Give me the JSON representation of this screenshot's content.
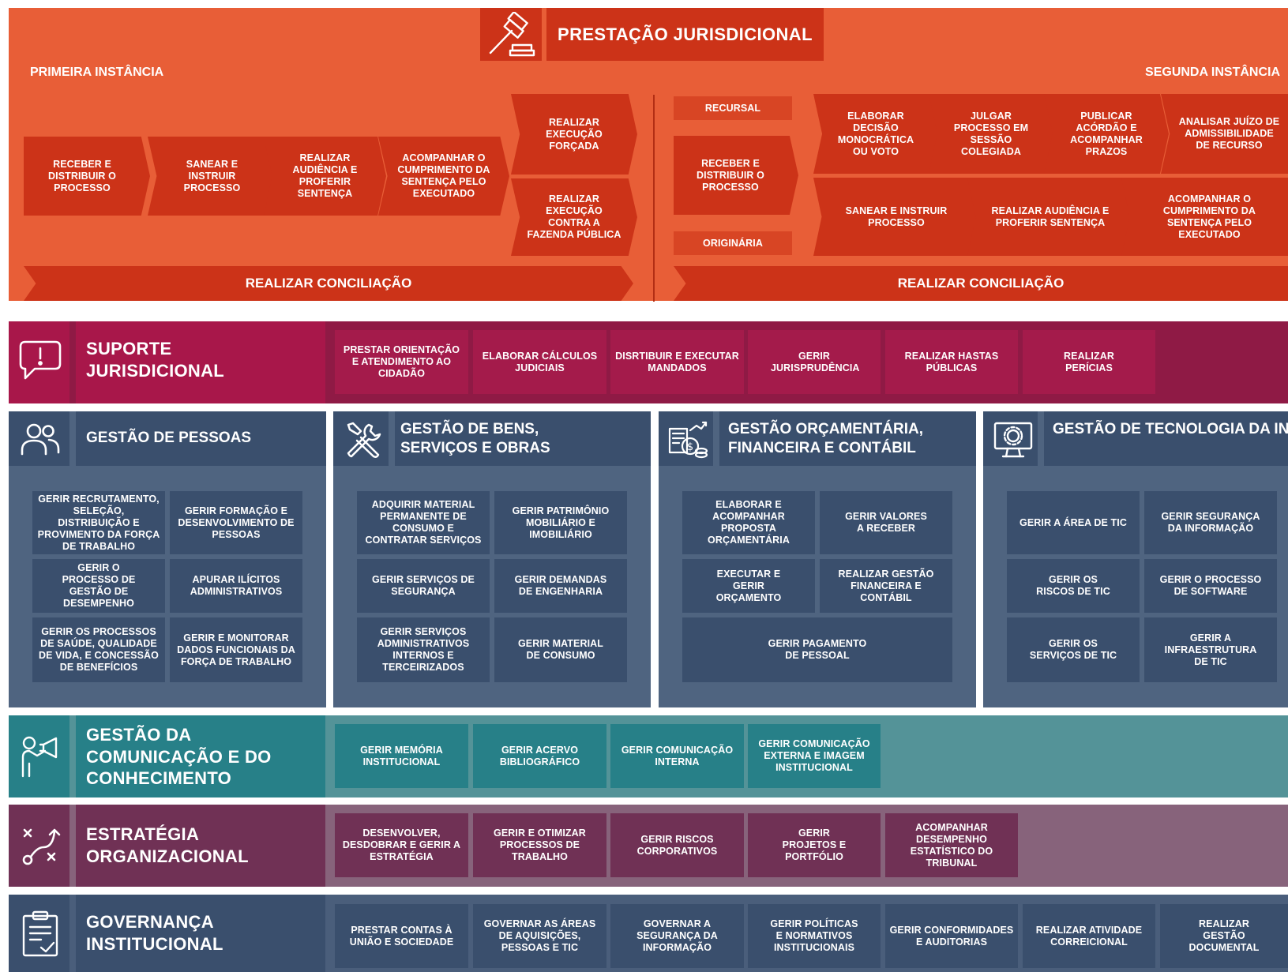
{
  "prestacao": {
    "title": "PRESTAÇÃO JURISDICIONAL",
    "primeira_label": "PRIMEIRA INSTÂNCIA",
    "segunda_label": "SEGUNDA INSTÂNCIA",
    "primeira_steps": [
      "RECEBER E DISTRIBUIR O PROCESSO",
      "SANEAR E INSTRUIR PROCESSO",
      "REALIZAR AUDIÊNCIA E PROFERIR SENTENÇA",
      "ACOMPANHAR O CUMPRIMENTO DA SENTENÇA PELO EXECUTADO"
    ],
    "primeira_exec": [
      "REALIZAR EXECUÇÃO FORÇADA",
      "REALIZAR EXECUÇÃO CONTRA A FAZENDA PÚBLICA"
    ],
    "recursal_label": "RECURSAL",
    "originaria_label": "ORIGINÁRIA",
    "segunda_receber": "RECEBER E DISTRIBUIR O PROCESSO",
    "recursal_steps": [
      "ELABORAR DECISÃO MONOCRÁTICA OU VOTO",
      "JULGAR PROCESSO EM SESSÃO COLEGIADA",
      "PUBLICAR ACÓRDÃO E ACOMPANHAR PRAZOS",
      "ANALISAR JUÍZO DE ADMISSIBILIDADE DE RECURSO"
    ],
    "originaria_steps": [
      "SANEAR E INSTRUIR PROCESSO",
      "REALIZAR AUDIÊNCIA E PROFERIR SENTENÇA",
      "ACOMPANHAR O CUMPRIMENTO DA SENTENÇA PELO EXECUTADO"
    ],
    "conciliacao_left": "REALIZAR CONCILIAÇÃO",
    "conciliacao_right": "REALIZAR CONCILIAÇÃO"
  },
  "suporte": {
    "title": "SUPORTE JURISDICIONAL",
    "icon": "alert-speech-bubble-icon",
    "items": [
      "PRESTAR ORIENTAÇÃO E ATENDIMENTO AO CIDADÃO",
      "ELABORAR CÁLCULOS JUDICIAIS",
      "DISRTIBUIR E EXECUTAR MANDADOS",
      "GERIR JURISPRUDÊNCIA",
      "REALIZAR HASTAS PÚBLICAS",
      "REALIZAR PERÍCIAS"
    ]
  },
  "gestao_pessoas": {
    "title": "GESTÃO DE PESSOAS",
    "icon": "people-icon",
    "items": [
      "GERIR RECRUTAMENTO, SELEÇÃO, DISTRIBUIÇÃO E PROVIMENTO DA FORÇA DE TRABALHO",
      "GERIR FORMAÇÃO E DESENVOLVIMENTO DE PESSOAS",
      "GERIR O PROCESSO DE GESTÃO DE DESEMPENHO",
      "APURAR ILÍCITOS ADMINISTRATIVOS",
      "GERIR OS PROCESSOS DE SAÚDE, QUALIDADE DE VIDA, E CONCESSÃO DE BENEFÍCIOS",
      "GERIR E MONITORAR DADOS FUNCIONAIS DA FORÇA DE TRABALHO"
    ]
  },
  "gestao_bens": {
    "title": "GESTÃO DE BENS, SERVIÇOS E OBRAS",
    "icon": "tools-icon",
    "items": [
      "ADQUIRIR MATERIAL PERMANENTE DE CONSUMO E CONTRATAR SERVIÇOS",
      "GERIR PATRIMÔNIO MOBILIÁRIO E IMOBILIÁRIO",
      "GERIR SERVIÇOS DE SEGURANÇA",
      "GERIR DEMANDAS DE ENGENHARIA",
      "GERIR SERVIÇOS ADMINISTRATIVOS INTERNOS E TERCEIRIZADOS",
      "GERIR MATERIAL DE CONSUMO"
    ]
  },
  "gestao_orc": {
    "title": "GESTÃO ORÇAMENTÁRIA, FINANCEIRA E CONTÁBIL",
    "icon": "finance-icon",
    "items": [
      "ELABORAR E ACOMPANHAR PROPOSTA ORÇAMENTÁRIA",
      "GERIR VALORES A RECEBER",
      "EXECUTAR E GERIR ORÇAMENTO",
      "REALIZAR GESTÃO FINANCEIRA E CONTÁBIL",
      "GERIR PAGAMENTO DE PESSOAL"
    ]
  },
  "gestao_tic": {
    "title": "GESTÃO DE TECNOLOGIA DA INFORMAÇÃO E COMUNICAÇÃO",
    "icon": "computer-gear-icon",
    "items": [
      "GERIR A ÁREA DE TIC",
      "GERIR SEGURANÇA DA INFORMAÇÃO",
      "GERIR OS RISCOS DE TIC",
      "GERIR O PROCESSO DE SOFTWARE",
      "GERIR OS SERVIÇOS DE TIC",
      "GERIR A INFRAESTRUTURA DE TIC"
    ]
  },
  "comunicacao": {
    "title": "GESTÃO DA COMUNICAÇÃO E DO CONHECIMENTO",
    "icon": "megaphone-person-icon",
    "items": [
      "GERIR MEMÓRIA INSTITUCIONAL",
      "GERIR ACERVO BIBLIOGRÁFICO",
      "GERIR COMUNICAÇÃO INTERNA",
      "GERIR COMUNICAÇÃO EXTERNA E IMAGEM INSTITUCIONAL"
    ]
  },
  "estrategia": {
    "title": "ESTRATÉGIA ORGANIZACIONAL",
    "icon": "strategy-path-icon",
    "items": [
      "DESENVOLVER, DESDOBRAR E GERIR A ESTRATÉGIA",
      "GERIR E OTIMIZAR PROCESSOS DE TRABALHO",
      "GERIR RISCOS CORPORATIVOS",
      "GERIR PROJETOS E PORTFÓLIO",
      "ACOMPANHAR DESEMPENHO ESTATÍSTICO DO TRIBUNAL"
    ]
  },
  "governanca": {
    "title": "GOVERNANÇA INSTITUCIONAL",
    "icon": "clipboard-check-icon",
    "items": [
      "PRESTAR CONTAS À UNIÃO E SOCIEDADE",
      "GOVERNAR AS ÁREAS DE AQUISIÇÕES, PESSOAS E TIC",
      "GOVERNAR A SEGURANÇA DA INFORMAÇÃO",
      "GERIR POLÍTICAS E NORMATIVOS INSTITUCIONAIS",
      "GERIR CONFORMIDADES E AUDITORIAS",
      "REALIZAR ATIVIDADE CORREICIONAL",
      "REALIZAR GESTÃO DOCUMENTAL"
    ]
  },
  "colors": {
    "orange_bg": "#e85e37",
    "orange_dark": "#cc3318",
    "crimson": "#a8174a",
    "slate": "#3a4f6d",
    "teal": "#278088",
    "plum": "#703155"
  }
}
